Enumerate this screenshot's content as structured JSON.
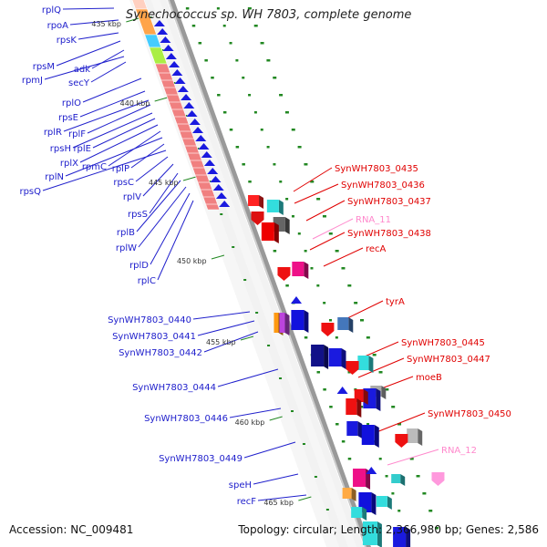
{
  "title": "Synechococcus sp. WH 7803, complete genome",
  "footer": {
    "accession": "Accession: NC_009481",
    "stats": "Topology: circular; Length: 2,366,980 bp; Genes: 2,586"
  },
  "colors": {
    "left_label": "#2020cc",
    "right_label": "#e00000",
    "rna_label": "#ff88cc",
    "backbone": "#999999",
    "tick": "#228822"
  },
  "markers": [
    "435 kbp",
    "440 kbp",
    "445 kbp",
    "450 kbp",
    "455 kbp",
    "460 kbp",
    "465 kbp"
  ],
  "left_genes": [
    "rplQ",
    "rpoA",
    "rpsK",
    "rpsM",
    "adk",
    "rpmJ",
    "secY",
    "rplO",
    "rpsE",
    "rplR",
    "rplF",
    "rpsH",
    "rplE",
    "rplX",
    "rpmC",
    "rplN",
    "rplP",
    "rpsQ",
    "rpsC",
    "rplV",
    "rpsS",
    "rplB",
    "rplW",
    "rplD",
    "rplC",
    "SynWH7803_0440",
    "SynWH7803_0441",
    "SynWH7803_0442",
    "SynWH7803_0444",
    "SynWH7803_0446",
    "SynWH7803_0449",
    "speH",
    "recF"
  ],
  "right_genes": [
    "SynWH7803_0435",
    "SynWH7803_0436",
    "SynWH7803_0437",
    "RNA_11",
    "SynWH7803_0438",
    "recA",
    "tyrA",
    "SynWH7803_0445",
    "SynWH7803_0447",
    "moeB",
    "SynWH7803_0450",
    "RNA_12"
  ]
}
